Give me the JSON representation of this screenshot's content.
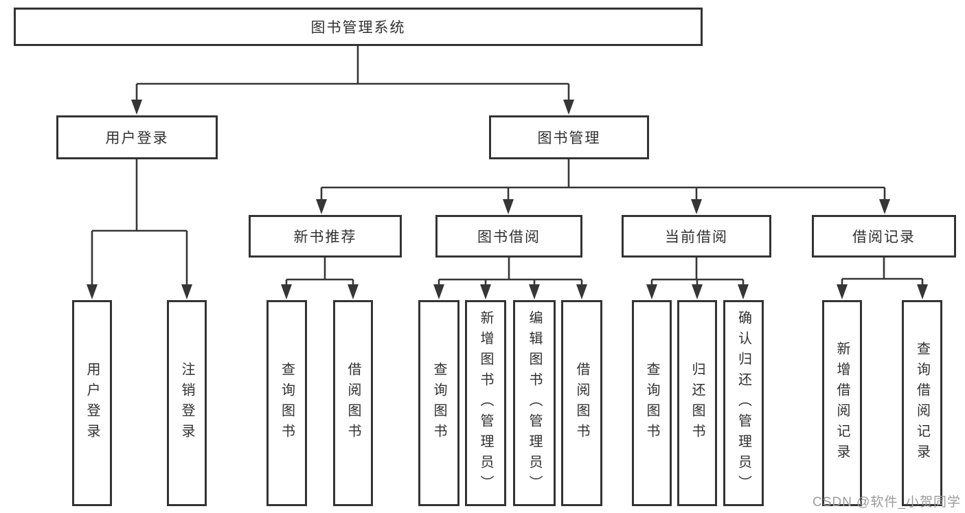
{
  "nodes": {
    "root": "图书管理系统",
    "login_group": "用户登录",
    "book_mgmt": "图书管理",
    "new_book_rec": "新书推荐",
    "book_borrow": "图书借阅",
    "current_borrow": "当前借阅",
    "borrow_record": "借阅记录",
    "leaf_user_login": "用户登录",
    "leaf_logout": "注销登录",
    "leaf_nb_query_book": "查询图书",
    "leaf_nb_borrow_book": "借阅图书",
    "leaf_bb_query_book": "查询图书",
    "leaf_bb_add_book": "新增图书（管理员）",
    "leaf_bb_edit_book": "编辑图书（管理员）",
    "leaf_bb_borrow_book": "借阅图书",
    "leaf_cb_query_book": "查询图书",
    "leaf_cb_return_book": "归还图书",
    "leaf_cb_confirm_return": "确认归还（管理员）",
    "leaf_br_add_record": "新增借阅记录",
    "leaf_br_query_record": "查询借阅记录"
  },
  "watermark": {
    "text": "CSDN @软件_小贺同学",
    "color": "#9b9b9b"
  },
  "colors": {
    "line": "#363636",
    "box_border": "#333333",
    "box_fill": "#ffffff",
    "text": "#303030",
    "background": "#ffffff"
  }
}
